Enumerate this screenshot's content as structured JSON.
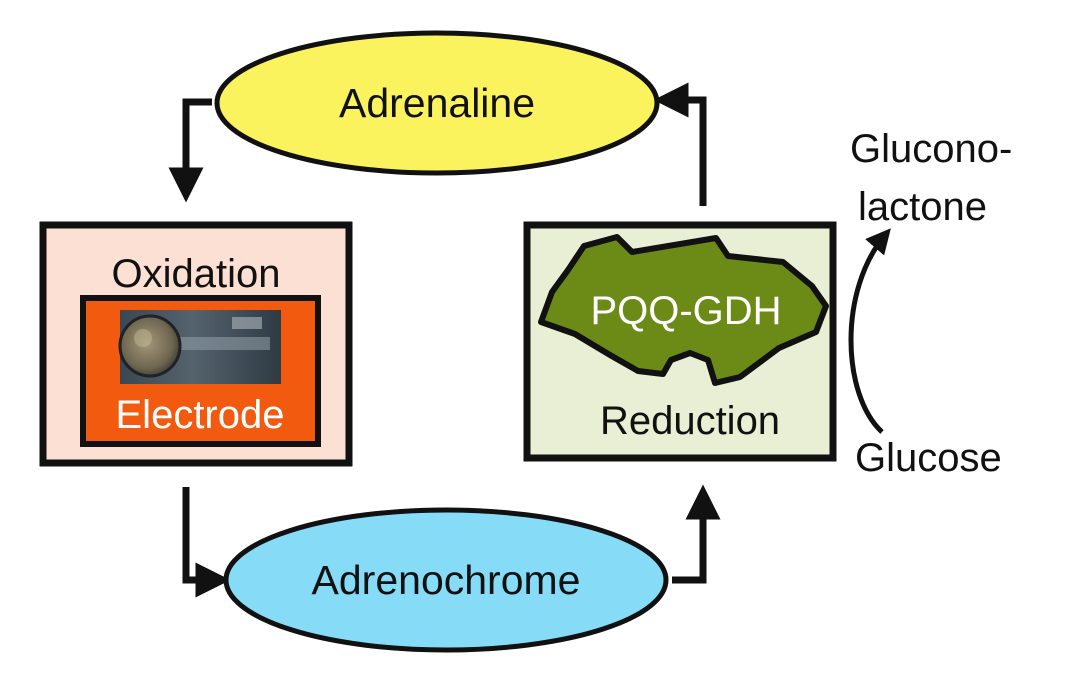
{
  "diagram": {
    "nodes": {
      "adrenaline": {
        "label": "Adrenaline",
        "fill": "#fbf35e"
      },
      "adrenochrome": {
        "label": "Adrenochrome",
        "fill": "#86dcf7"
      },
      "oxidation_box": {
        "label": "Oxidation",
        "fill": "#fce0d4"
      },
      "electrode": {
        "label": "Electrode",
        "fill": "#f25a10"
      },
      "reduction_box": {
        "label": "Reduction",
        "fill": "#e9efd5"
      },
      "enzyme": {
        "label": "PQQ-GDH",
        "fill": "#6c8a16"
      }
    },
    "substrate": {
      "label": "Glucose"
    },
    "product": {
      "line1": "Glucono-",
      "line2": "lactone"
    },
    "edges": [
      {
        "from": "Adrenaline",
        "to": "Oxidation"
      },
      {
        "from": "Oxidation",
        "to": "Adrenochrome"
      },
      {
        "from": "Adrenochrome",
        "to": "Reduction"
      },
      {
        "from": "Reduction",
        "to": "Adrenaline"
      },
      {
        "from": "Glucose",
        "to": "Glucono-lactone"
      }
    ]
  }
}
